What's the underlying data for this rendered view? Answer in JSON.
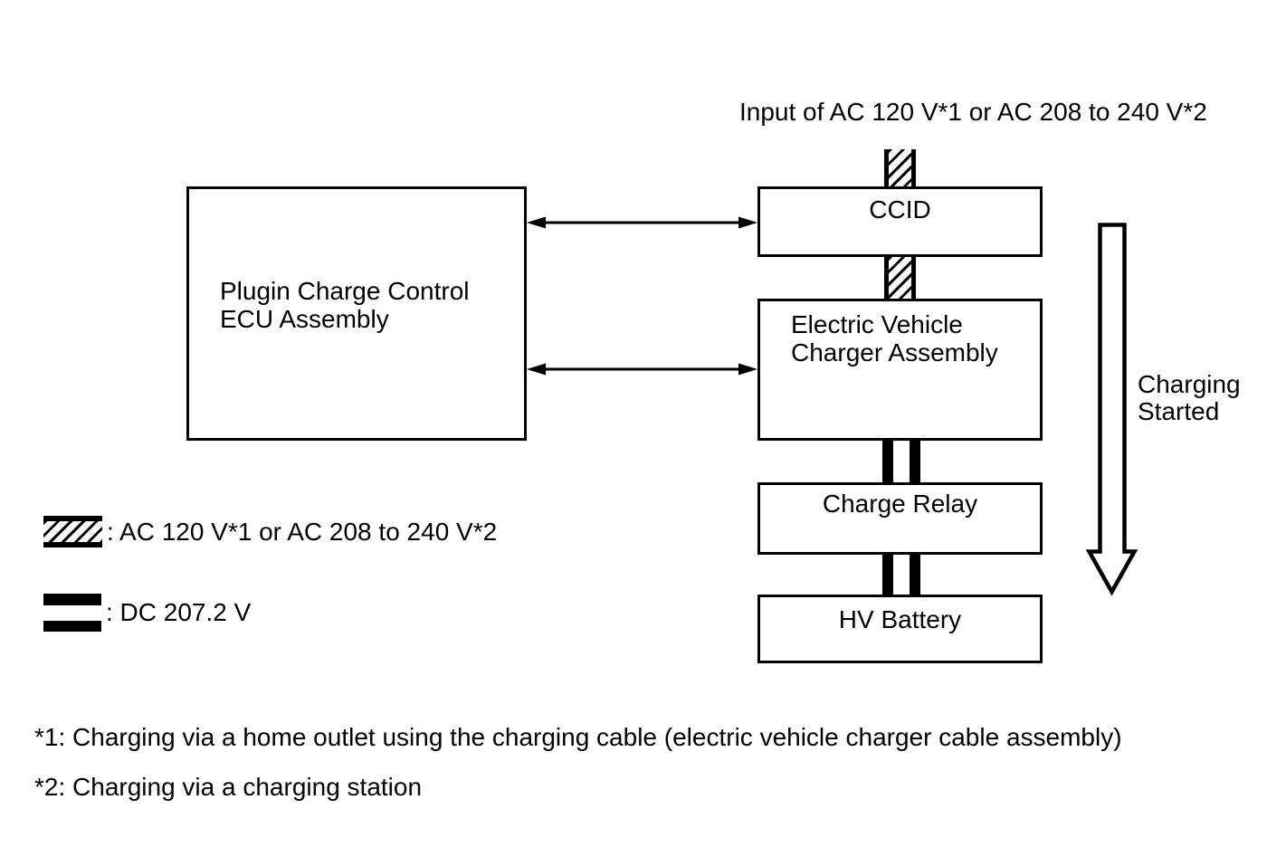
{
  "header": {
    "input_label": "Input of AC 120 V*1 or AC 208 to 240 V*2"
  },
  "blocks": {
    "ecu": {
      "line1": "Plugin Charge Control",
      "line2": "ECU Assembly"
    },
    "ccid": {
      "label": "CCID"
    },
    "charger": {
      "line1": "Electric Vehicle",
      "line2": "Charger Assembly"
    },
    "relay": {
      "label": "Charge Relay"
    },
    "battery": {
      "label": "HV Battery"
    }
  },
  "flow": {
    "line1": "Charging",
    "line2": "Started"
  },
  "legend": {
    "ac": {
      "label": ": AC 120 V*1 or AC 208 to 240 V*2"
    },
    "dc": {
      "label": ": DC 207.2 V"
    }
  },
  "footnotes": {
    "note1": "*1: Charging via a home outlet using the charging cable (electric vehicle charger cable assembly)",
    "note2": "*2: Charging via a charging station"
  },
  "colors": {
    "line": "#000000",
    "background": "#ffffff"
  }
}
